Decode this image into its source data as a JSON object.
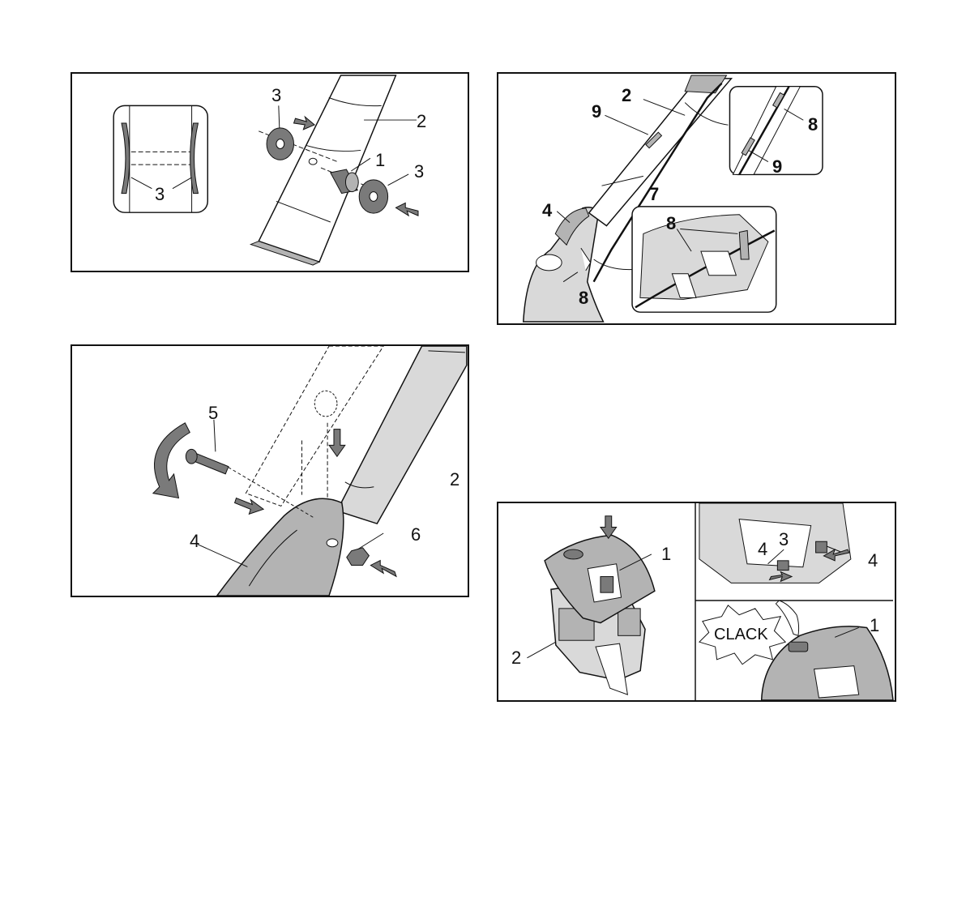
{
  "figure1": {
    "labels": {
      "shaft": "2",
      "bushing": "1",
      "washer_a": "3",
      "washer_b": "3",
      "inset_washer": "3"
    }
  },
  "figure2": {
    "labels": {
      "handle": "2",
      "cable_tie_a": "9",
      "cable": "7",
      "lever": "4",
      "clip": "8",
      "inset1_clip": "8",
      "inset1_tie": "9",
      "inset2_clip": "8"
    }
  },
  "figure3": {
    "labels": {
      "screw": "5",
      "handle": "2",
      "nut": "6",
      "bracket": "4"
    }
  },
  "figure4": {
    "labels": {
      "cover": "1",
      "housing": "2",
      "pin_left": "4",
      "sleeve": "3",
      "pin_right": "4",
      "cover_closed": "1"
    },
    "sound_word": "CLACK"
  },
  "colors": {
    "line": "#111111",
    "fill_light": "#d9d9d9",
    "fill_mid": "#b3b3b3",
    "fill_dark": "#7a7a7a"
  }
}
